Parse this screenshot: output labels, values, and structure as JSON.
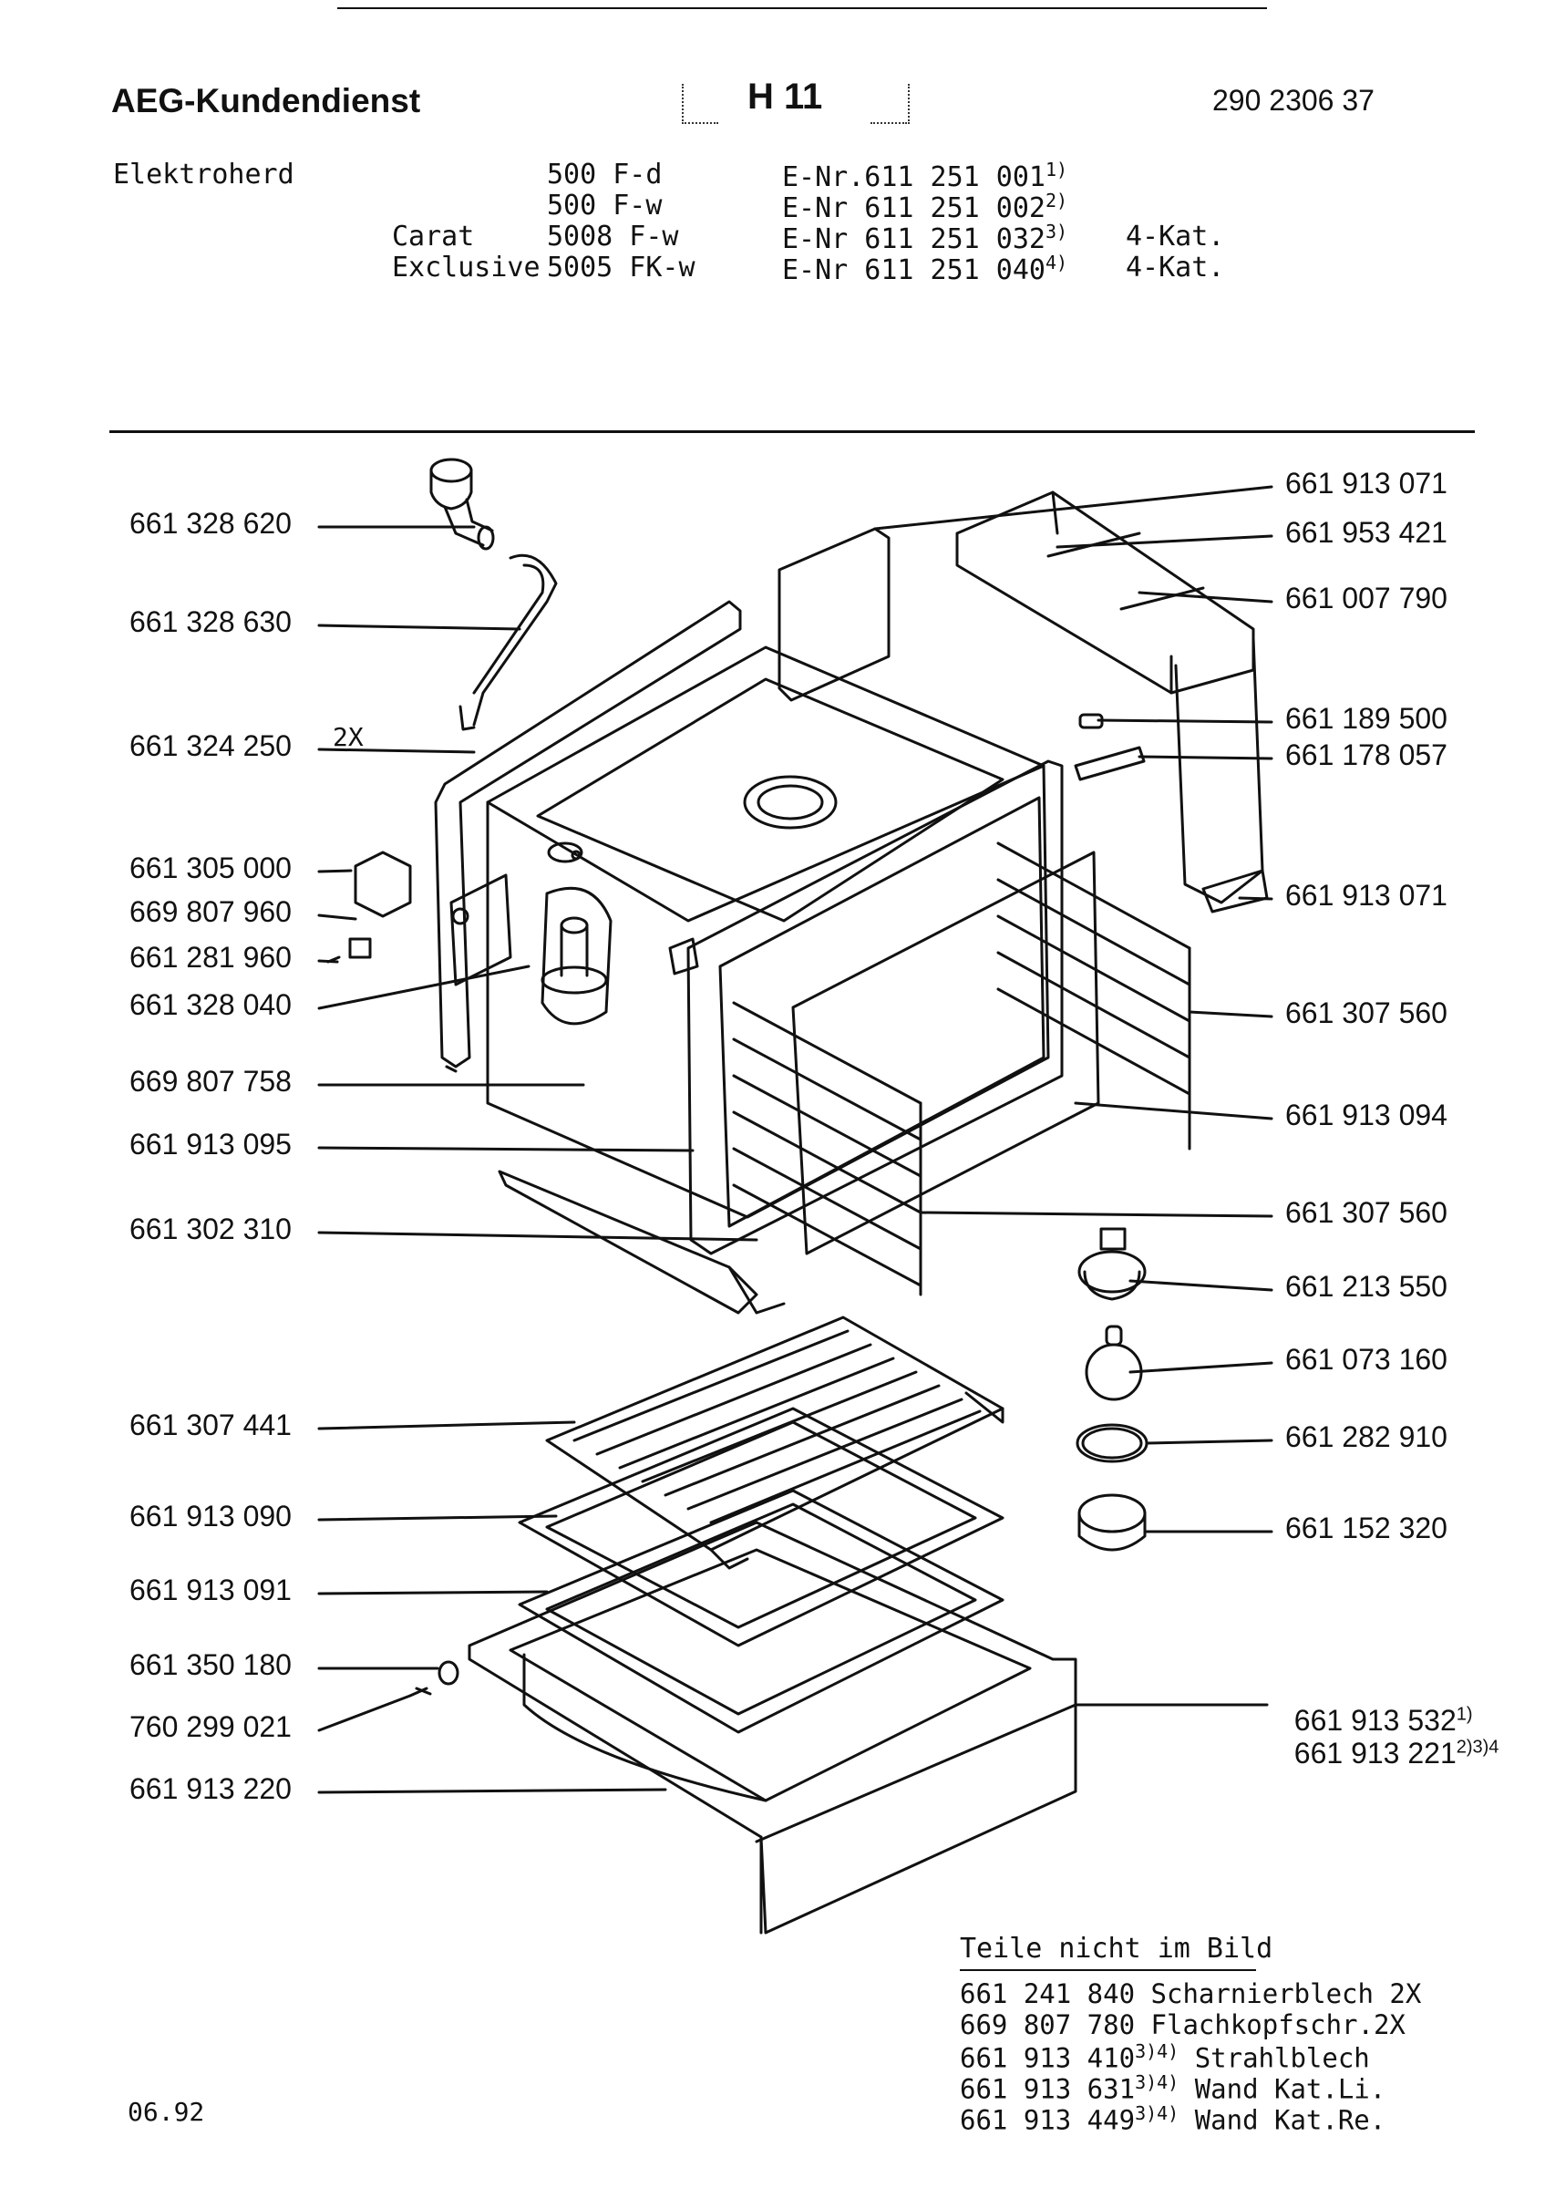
{
  "header": {
    "brand": "AEG-Kundendienst",
    "model_code": "H 11",
    "doc_number": "290 2306 37"
  },
  "appliance": {
    "type": "Elektroherd",
    "models": [
      {
        "series": "",
        "model": "500 F-d",
        "enr": "E-Nr.611 251 001",
        "note": "1)",
        "kat": ""
      },
      {
        "series": "",
        "model": "500 F-w",
        "enr": "E-Nr 611 251 002",
        "note": "2)",
        "kat": ""
      },
      {
        "series": "Carat",
        "model": "5008 F-w",
        "enr": "E-Nr 611 251 032",
        "note": "3)",
        "kat": "4-Kat."
      },
      {
        "series": "Exclusive",
        "model": "5005 FK-w",
        "enr": "E-Nr 611 251 040",
        "note": "4)",
        "kat": "4-Kat."
      }
    ]
  },
  "left_parts": [
    "661 328 620",
    "661 328 630",
    "661 324 250",
    "661 305 000",
    "669 807 960",
    "661 281 960",
    "661 328 040",
    "669 807 758",
    "661 913 095",
    "661 302 310",
    "661 307 441",
    "661 913 090",
    "661 913 091",
    "661 350 180",
    "760 299 021",
    "661 913 220"
  ],
  "qty_2x": "2X",
  "right_parts": [
    "661 913 071",
    "661 953 421",
    "661 007 790",
    "661 189 500",
    "661 178 057",
    "661 913 071",
    "661 307 560",
    "661 913 094",
    "661 307 560",
    "661 213 550",
    "661 073 160",
    "661 282 910",
    "661 152 320"
  ],
  "right_bottom": [
    {
      "part": "661 913 532",
      "note": "1)"
    },
    {
      "part": "661 913 221",
      "note": "2)3)4"
    }
  ],
  "not_shown": {
    "title": "Teile nicht im Bild",
    "items": [
      {
        "part": "661 241 840",
        "note": "",
        "desc": "Scharnierblech 2X"
      },
      {
        "part": "669 807 780",
        "note": "",
        "desc": "Flachkopfschr.2X"
      },
      {
        "part": "661 913 410",
        "note": "3)4)",
        "desc": "Strahlblech"
      },
      {
        "part": "661 913 631",
        "note": "3)4)",
        "desc": "Wand Kat.Li."
      },
      {
        "part": "661 913 449",
        "note": "3)4)",
        "desc": "Wand Kat.Re."
      }
    ]
  },
  "date": "06.92"
}
